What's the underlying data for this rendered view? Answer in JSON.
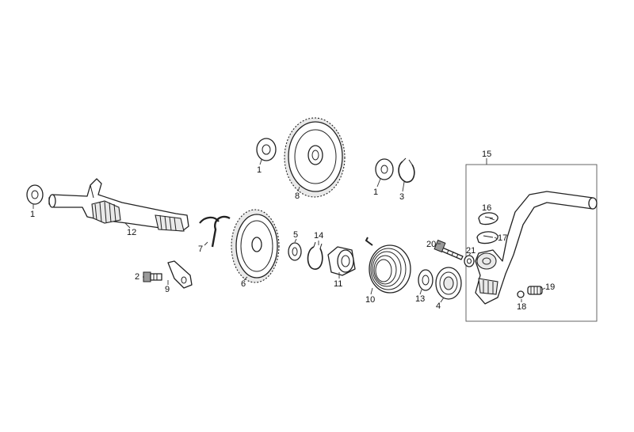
{
  "callouts": {
    "c1a": "1",
    "c1b": "1",
    "c1c": "1",
    "c2": "2",
    "c3": "3",
    "c4": "4",
    "c5": "5",
    "c6": "6",
    "c7": "7",
    "c8": "8",
    "c9": "9",
    "c10": "10",
    "c11": "11",
    "c12": "12",
    "c13": "13",
    "c14": "14",
    "c15": "15",
    "c16": "16",
    "c17": "17",
    "c18": "18",
    "c19": "19",
    "c20": "20",
    "c21": "21"
  },
  "colors": {
    "line": "#222222",
    "background": "#ffffff",
    "fill": "#ffffff",
    "shade": "#e9e9e9"
  }
}
